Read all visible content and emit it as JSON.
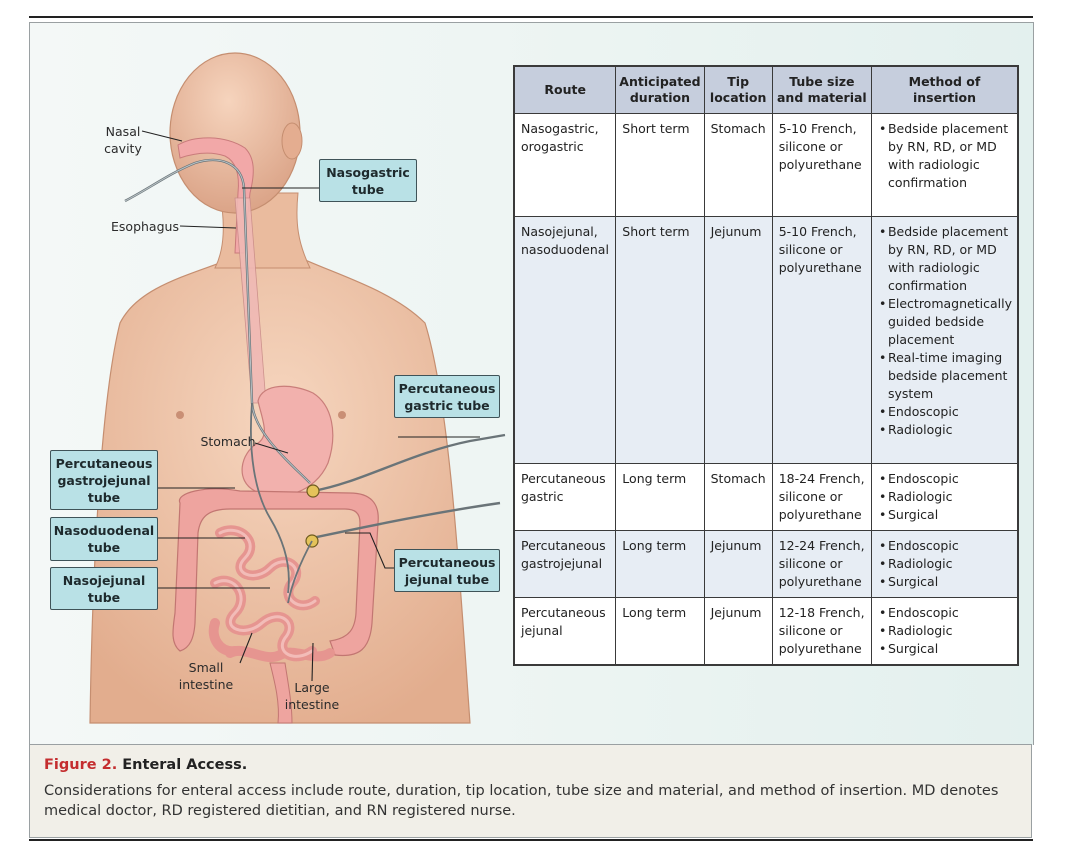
{
  "figure": {
    "number_label": "Figure 2.",
    "title": "Enteral Access.",
    "caption": "Considerations for enteral access include route, duration, tip location, tube size and material, and method of insertion. MD denotes medical doctor, RD registered dietitian, and RN registered nurse."
  },
  "illustration": {
    "callouts": {
      "nasogastric": "Nasogastric tube",
      "percutaneous_gastric": "Percutaneous gastric tube",
      "percutaneous_gastrojejunal": "Percutaneous gastrojejunal tube",
      "nasoduodenal": "Nasoduodenal tube",
      "nasojejunal": "Nasojejunal tube",
      "percutaneous_jejunal": "Percutaneous jejunal tube"
    },
    "labels": {
      "nasal_cavity": "Nasal cavity",
      "esophagus": "Esophagus",
      "stomach": "Stomach",
      "small_intestine": "Small intestine",
      "large_intestine": "Large intestine"
    }
  },
  "table": {
    "headers": [
      "Route",
      "Anticipated duration",
      "Tip location",
      "Tube size and material",
      "Method of insertion"
    ],
    "rows": [
      {
        "route": "Nasogastric, orogastric",
        "duration": "Short term",
        "tip": "Stomach",
        "size": "5-10 French, silicone or polyurethane",
        "methods": [
          "Bedside placement by RN, RD, or MD with radiologic confirmation"
        ]
      },
      {
        "route": "Nasojejunal, nasoduodenal",
        "duration": "Short term",
        "tip": "Jejunum",
        "size": "5-10 French, silicone or polyurethane",
        "methods": [
          "Bedside placement by RN, RD, or MD with radiologic confirmation",
          "Electromagnetically guided bedside placement",
          "Real-time imaging bedside placement system",
          "Endoscopic",
          "Radiologic"
        ]
      },
      {
        "route": "Percutaneous gastric",
        "duration": "Long term",
        "tip": "Stomach",
        "size": "18-24 French, silicone or polyurethane",
        "methods": [
          "Endoscopic",
          "Radiologic",
          "Surgical"
        ]
      },
      {
        "route": "Percutaneous gastrojejunal",
        "duration": "Long term",
        "tip": "Jejunum",
        "size": "12-24 French, silicone or polyurethane",
        "methods": [
          "Endoscopic",
          "Radiologic",
          "Surgical"
        ]
      },
      {
        "route": "Percutaneous jejunal",
        "duration": "Long term",
        "tip": "Jejunum",
        "size": "12-18 French, silicone or polyurethane",
        "methods": [
          "Endoscopic",
          "Radiologic",
          "Surgical"
        ]
      }
    ]
  },
  "colors": {
    "figure_number": "#c42d2f",
    "callout_fill": "#b9e1e6",
    "table_header": "#c6cedd",
    "table_alt_row": "#e7edf4",
    "skin": "#eec3a6",
    "intestine": "#f1b3b1"
  }
}
